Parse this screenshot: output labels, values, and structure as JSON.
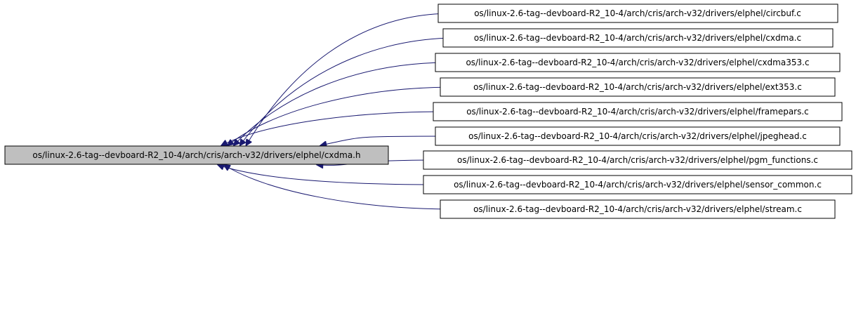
{
  "colors": {
    "edge": "#191970",
    "root_fill": "#bfbfbf",
    "node_fill": "#ffffff",
    "border": "#000000"
  },
  "graph": {
    "root": {
      "label": "os/linux-2.6-tag--devboard-R2_10-4/arch/cris/arch-v32/drivers/elphel/cxdma.h"
    },
    "includers": [
      {
        "label": "os/linux-2.6-tag--devboard-R2_10-4/arch/cris/arch-v32/drivers/elphel/circbuf.c"
      },
      {
        "label": "os/linux-2.6-tag--devboard-R2_10-4/arch/cris/arch-v32/drivers/elphel/cxdma.c"
      },
      {
        "label": "os/linux-2.6-tag--devboard-R2_10-4/arch/cris/arch-v32/drivers/elphel/cxdma353.c"
      },
      {
        "label": "os/linux-2.6-tag--devboard-R2_10-4/arch/cris/arch-v32/drivers/elphel/ext353.c"
      },
      {
        "label": "os/linux-2.6-tag--devboard-R2_10-4/arch/cris/arch-v32/drivers/elphel/framepars.c"
      },
      {
        "label": "os/linux-2.6-tag--devboard-R2_10-4/arch/cris/arch-v32/drivers/elphel/jpeghead.c"
      },
      {
        "label": "os/linux-2.6-tag--devboard-R2_10-4/arch/cris/arch-v32/drivers/elphel/pgm_functions.c"
      },
      {
        "label": "os/linux-2.6-tag--devboard-R2_10-4/arch/cris/arch-v32/drivers/elphel/sensor_common.c"
      },
      {
        "label": "os/linux-2.6-tag--devboard-R2_10-4/arch/cris/arch-v32/drivers/elphel/stream.c"
      }
    ]
  }
}
